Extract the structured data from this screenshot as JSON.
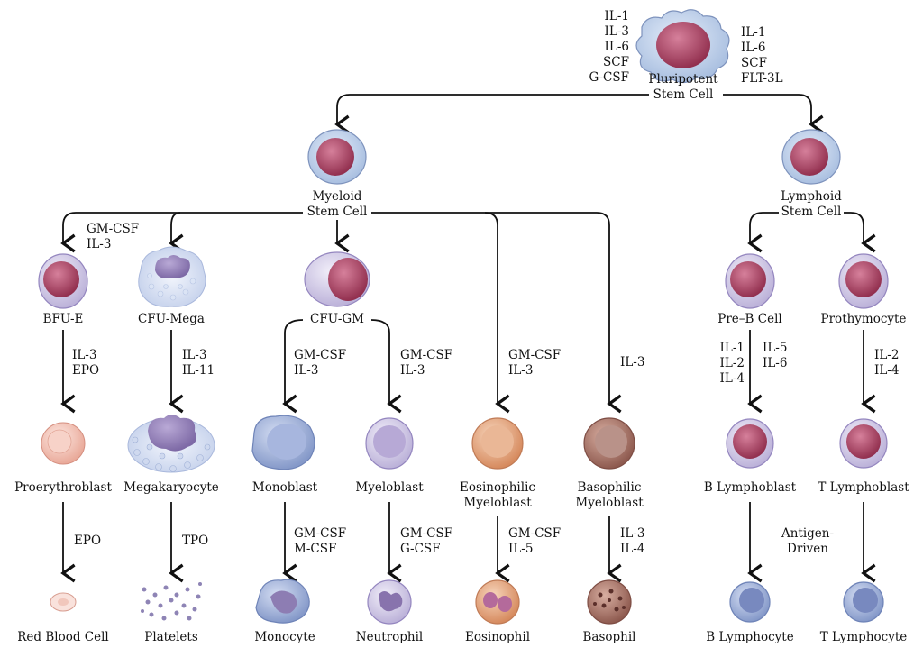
{
  "colors": {
    "arrow": "#111111",
    "stem_fill": "#c9d6ec",
    "stem_nucleus": "#b24a6b",
    "erythroid": "#f2c9bf",
    "eosinophil": "#e6a883",
    "basophil": "#a97467",
    "monoblast": "#9fb1da",
    "myeloblast": "#d3cbe6",
    "platelet": "#8a7fb0"
  },
  "cells": {
    "pluripotent": {
      "label": [
        "Pluripotent",
        "Stem Cell"
      ]
    },
    "myeloid": {
      "label": [
        "Myeloid",
        "Stem Cell"
      ]
    },
    "lymphoid": {
      "label": [
        "Lymphoid",
        "Stem Cell"
      ]
    },
    "bfu_e": {
      "label": [
        "BFU-E"
      ]
    },
    "cfu_mega": {
      "label": [
        "CFU-Mega"
      ]
    },
    "cfu_gm": {
      "label": [
        "CFU-GM"
      ]
    },
    "pre_b": {
      "label": [
        "Pre–B Cell"
      ]
    },
    "prothymocyte": {
      "label": [
        "Prothymocyte"
      ]
    },
    "proerythroblast": {
      "label": [
        "Proerythroblast"
      ]
    },
    "megakaryocyte": {
      "label": [
        "Megakaryocyte"
      ]
    },
    "monoblast": {
      "label": [
        "Monoblast"
      ]
    },
    "myeloblast": {
      "label": [
        "Myeloblast"
      ]
    },
    "eos_myeloblast": {
      "label": [
        "Eosinophilic",
        "Myeloblast"
      ]
    },
    "baso_myeloblast": {
      "label": [
        "Basophilic",
        "Myeloblast"
      ]
    },
    "b_lymphoblast": {
      "label": [
        "B Lymphoblast"
      ]
    },
    "t_lymphoblast": {
      "label": [
        "T Lymphoblast"
      ]
    },
    "rbc": {
      "label": [
        "Red Blood Cell"
      ]
    },
    "platelets": {
      "label": [
        "Platelets"
      ]
    },
    "monocyte": {
      "label": [
        "Monocyte"
      ]
    },
    "neutrophil": {
      "label": [
        "Neutrophil"
      ]
    },
    "eosinophil": {
      "label": [
        "Eosinophil"
      ]
    },
    "basophil": {
      "label": [
        "Basophil"
      ]
    },
    "b_lymphocyte": {
      "label": [
        "B Lymphocyte"
      ]
    },
    "t_lymphocyte": {
      "label": [
        "T Lymphocyte"
      ]
    }
  },
  "factors": {
    "pluri_left": [
      "IL-1",
      "IL-3",
      "IL-6",
      "SCF",
      "G-CSF"
    ],
    "pluri_right": [
      "IL-1",
      "IL-6",
      "SCF",
      "FLT-3L"
    ],
    "myeloid_split": [
      "GM-CSF",
      "IL-3"
    ],
    "bfu_to_pro": [
      "IL-3",
      "EPO"
    ],
    "mega_to_megak": [
      "IL-3",
      "IL-11"
    ],
    "gm_to_mono": [
      "GM-CSF",
      "IL-3"
    ],
    "gm_to_myelo": [
      "GM-CSF",
      "IL-3"
    ],
    "to_eos": [
      "GM-CSF",
      "IL-3"
    ],
    "to_baso": [
      "IL-3"
    ],
    "preb_left": [
      "IL-1",
      "IL-2",
      "IL-4"
    ],
    "preb_right": [
      "IL-5",
      "IL-6"
    ],
    "proth_to_t": [
      "IL-2",
      "IL-4"
    ],
    "pro_to_rbc": [
      "EPO"
    ],
    "megak_to_plt": [
      "TPO"
    ],
    "mono_to_monocyte": [
      "GM-CSF",
      "M-CSF"
    ],
    "myelo_to_neut": [
      "GM-CSF",
      "G-CSF"
    ],
    "eos_to_eosinophil": [
      "GM-CSF",
      "IL-5"
    ],
    "baso_to_basophil": [
      "IL-3",
      "IL-4"
    ],
    "antigen": [
      "Antigen-",
      "Driven"
    ]
  }
}
